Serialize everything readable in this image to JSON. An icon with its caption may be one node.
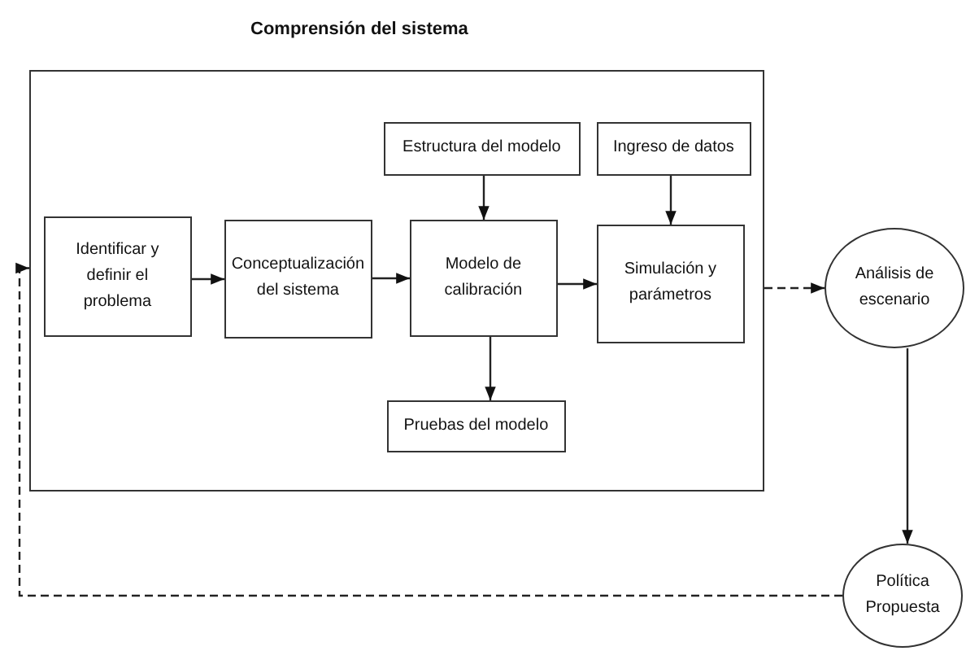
{
  "diagram": {
    "nodes": [
      {
        "text": [
          "Comprensión del sistema"
        ]
      },
      {
        "text": [
          "Identificar y definir el problema"
        ],
        "in": 0
      },
      {
        "text": [
          "Conceptualización del sistema"
        ],
        "in": 0
      },
      {
        "text": [
          "Estructura del modelo"
        ],
        "in": 0
      },
      {
        "text": [
          "Modelo de calibración"
        ],
        "in": 0
      },
      {
        "text": [
          "Ingreso de datos"
        ],
        "in": 0
      },
      {
        "text": [
          "Simulación y parámetros"
        ],
        "in": 0
      },
      {
        "text": [
          "Pruebas del modelo"
        ],
        "in": 0
      },
      {
        "text": [
          "Análisis de escenario"
        ]
      },
      {
        "text": [
          "Política Propuesta"
        ]
      }
    ],
    "edges": [
      {
        "from": 1,
        "to": 2,
        "arrow": "to"
      },
      {
        "from": 2,
        "to": 4,
        "arrow": "to"
      },
      {
        "from": 3,
        "to": 4,
        "arrow": "to"
      },
      {
        "from": 4,
        "to": 6,
        "arrow": "to"
      },
      {
        "from": 5,
        "to": 6,
        "arrow": "to"
      },
      {
        "from": 4,
        "to": 7,
        "arrow": "to"
      },
      {
        "from": 0,
        "to": 8,
        "arrow": "to",
        "style": "dashed"
      },
      {
        "from": 8,
        "to": 9,
        "arrow": "to"
      },
      {
        "from": 9,
        "to": 0,
        "arrow": "to",
        "style": "dashed"
      }
    ]
  }
}
